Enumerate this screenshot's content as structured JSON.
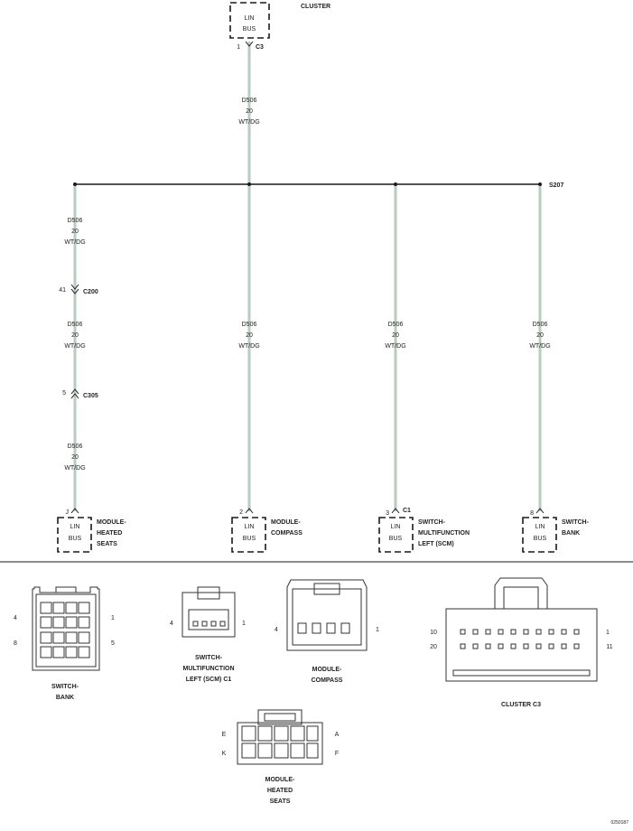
{
  "colors": {
    "wire": "#b9cdbf",
    "line": "#1a1a1a"
  },
  "top": {
    "module_label": "CLUSTER",
    "box_line1": "LIN",
    "box_line2": "BUS",
    "pin": "1",
    "connector": "C3"
  },
  "main_wire": {
    "circuit": "D506",
    "gauge": "20",
    "color": "WT/DG"
  },
  "splice": "S207",
  "left_branch": {
    "wire1": {
      "circuit": "D506",
      "gauge": "20",
      "color": "WT/DG"
    },
    "conn1": {
      "pin": "41",
      "name": "C200"
    },
    "wire2": {
      "circuit": "D506",
      "gauge": "20",
      "color": "WT/DG"
    },
    "conn2": {
      "pin": "5",
      "name": "C305"
    },
    "wire3": {
      "circuit": "D506",
      "gauge": "20",
      "color": "WT/DG"
    },
    "pin": "J",
    "box_line1": "LIN",
    "box_line2": "BUS",
    "label": [
      "MODULE-",
      "HEATED",
      "SEATS"
    ]
  },
  "branch_compass": {
    "wire": {
      "circuit": "D506",
      "gauge": "20",
      "color": "WT/DG"
    },
    "pin": "2",
    "box_line1": "LIN",
    "box_line2": "BUS",
    "label": [
      "MODULE-",
      "COMPASS"
    ]
  },
  "branch_scm": {
    "wire": {
      "circuit": "D506",
      "gauge": "20",
      "color": "WT/DG"
    },
    "pin": "3",
    "connector": "C1",
    "box_line1": "LIN",
    "box_line2": "BUS",
    "label": [
      "SWITCH-",
      "MULTIFUNCTION",
      "LEFT (SCM)"
    ]
  },
  "branch_bank": {
    "wire": {
      "circuit": "D506",
      "gauge": "20",
      "color": "WT/DG"
    },
    "pin": "8",
    "box_line1": "LIN",
    "box_line2": "BUS",
    "label": [
      "SWITCH-",
      "BANK"
    ]
  },
  "views": {
    "switch_bank": {
      "pins": {
        "tl": "4",
        "tr": "1",
        "bl": "8",
        "br": "5"
      },
      "label": [
        "SWITCH-",
        "BANK"
      ]
    },
    "scm": {
      "pins": {
        "left": "4",
        "right": "1"
      },
      "label": [
        "SWITCH-",
        "MULTIFUNCTION",
        "LEFT (SCM) C1"
      ]
    },
    "compass": {
      "pins": {
        "left": "4",
        "right": "1"
      },
      "label": [
        "MODULE-",
        "COMPASS"
      ]
    },
    "cluster": {
      "pins": {
        "tl": "10",
        "tr": "1",
        "bl": "20",
        "br": "11"
      },
      "label": [
        "CLUSTER C3"
      ]
    },
    "heated_seats": {
      "pins": {
        "tl": "E",
        "tr": "A",
        "bl": "K",
        "br": "F"
      },
      "label": [
        "MODULE-",
        "HEATED",
        "SEATS"
      ]
    }
  },
  "figure_id": "0250187"
}
